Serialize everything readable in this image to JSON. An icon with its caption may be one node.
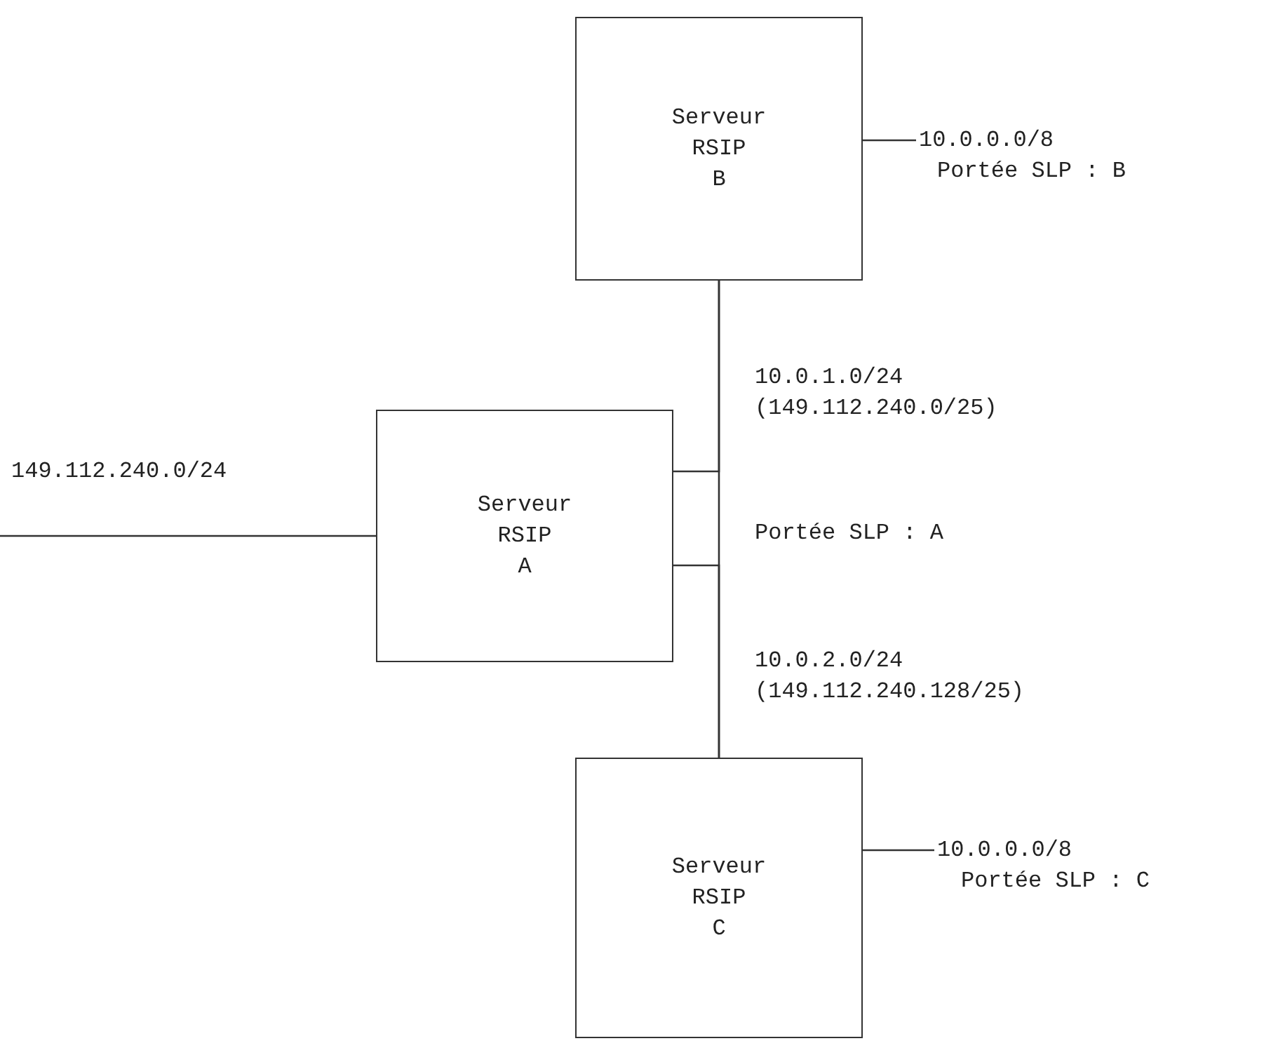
{
  "diagram": {
    "nodes": [
      {
        "text": [
          "Serveur RSIP B"
        ]
      },
      {
        "text": [
          "10.0.0.0/8"
        ],
        "beside": [
          "Portée SLP : B"
        ]
      },
      {
        "text": [
          "Serveur RSIP A"
        ]
      },
      {
        "text": [
          "Serveur RSIP C"
        ]
      },
      {
        "text": [
          "10.0.0.0/8"
        ],
        "beside": [
          "Portée SLP : C"
        ]
      }
    ],
    "edges": [
      {
        "from": 0,
        "to": 1,
        "arrow": "none"
      },
      {
        "from": 0,
        "to": 2,
        "arrow": "none",
        "label": "10.0.1.0/24 (149.112.240.0/25)"
      },
      {
        "from": 2,
        "to": 3,
        "arrow": "none",
        "label": "10.0.2.0/24 (149.112.240.128/25)"
      },
      {
        "from": 0,
        "to": 3,
        "arrow": "none"
      },
      {
        "from": null,
        "to": 2,
        "arrow": "none",
        "label": "149.112.240.0/24"
      },
      {
        "from": 3,
        "to": 4,
        "arrow": "none"
      }
    ],
    "labels": [
      "Portée SLP : A"
    ]
  }
}
